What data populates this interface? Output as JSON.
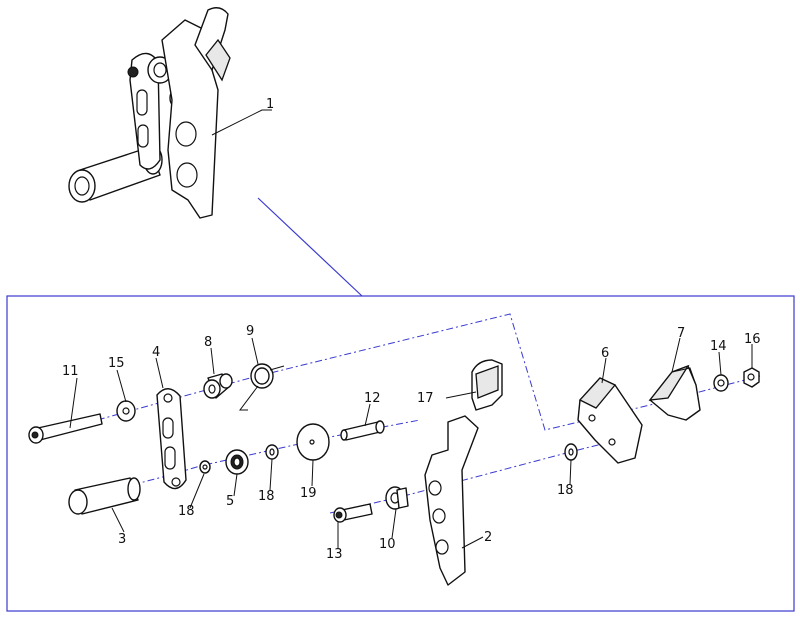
{
  "diagram": {
    "parts": [
      {
        "id": "p1",
        "label": "1"
      },
      {
        "id": "p2",
        "label": "2"
      },
      {
        "id": "p3",
        "label": "3"
      },
      {
        "id": "p4",
        "label": "4"
      },
      {
        "id": "p5",
        "label": "5"
      },
      {
        "id": "p6",
        "label": "6"
      },
      {
        "id": "p7",
        "label": "7"
      },
      {
        "id": "p8",
        "label": "8"
      },
      {
        "id": "p9",
        "label": "9"
      },
      {
        "id": "p10",
        "label": "10"
      },
      {
        "id": "p11",
        "label": "11"
      },
      {
        "id": "p12",
        "label": "12"
      },
      {
        "id": "p13",
        "label": "13"
      },
      {
        "id": "p14",
        "label": "14"
      },
      {
        "id": "p15",
        "label": "15"
      },
      {
        "id": "p16",
        "label": "16"
      },
      {
        "id": "p17",
        "label": "17"
      },
      {
        "id": "p18a",
        "label": "18"
      },
      {
        "id": "p18b",
        "label": "18"
      },
      {
        "id": "p18c",
        "label": "18"
      },
      {
        "id": "p19",
        "label": "19"
      }
    ],
    "colors": {
      "frame": "#3a3ad0",
      "ink": "#111111"
    }
  }
}
